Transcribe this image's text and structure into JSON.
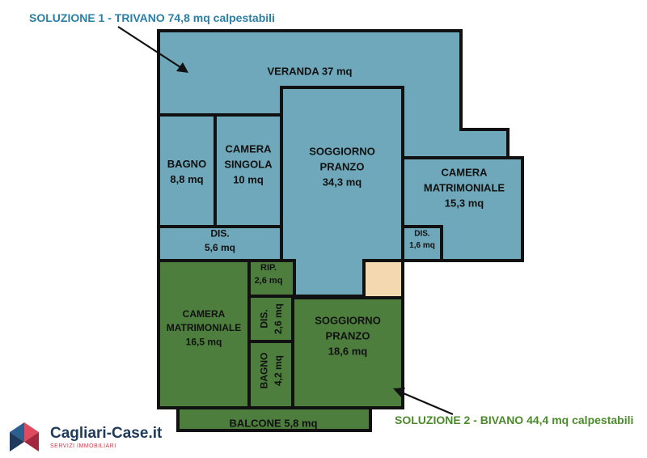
{
  "captions": {
    "solution1": "SOLUZIONE 1 - TRIVANO 74,8 mq calpestabili",
    "solution2": "SOLUZIONE 2 - BIVANO 44,4 mq calpestabili"
  },
  "colors": {
    "solution1_fill": "#6ea8ba",
    "solution2_fill": "#4d7e3d",
    "other_fill": "#f4d9b0",
    "caption1_text": "#2a7fa5",
    "caption2_text": "#4b8a2c",
    "wall": "#111111"
  },
  "rooms": {
    "veranda": [
      "VERANDA 37 mq"
    ],
    "bagno1": [
      "BAGNO",
      "8,8 mq"
    ],
    "camera_singola": [
      "CAMERA",
      "SINGOLA",
      "10 mq"
    ],
    "soggiorno1": [
      "SOGGIORNO",
      "PRANZO",
      "34,3 mq"
    ],
    "camera_matrimoniale1": [
      "CAMERA",
      "MATRIMONIALE",
      "15,3 mq"
    ],
    "dis1": [
      "DIS.",
      "5,6 mq"
    ],
    "dis2": [
      "DIS.",
      "1,6 mq"
    ],
    "rip": [
      "RIP.",
      "2,6 mq"
    ],
    "camera_matrimoniale2": [
      "CAMERA",
      "MATRIMONIALE",
      "16,5 mq"
    ],
    "dis3": [
      "DIS.",
      "2,6 mq"
    ],
    "bagno2": [
      "BAGNO",
      "4,2 mq"
    ],
    "soggiorno2": [
      "SOGGIORNO",
      "PRANZO",
      "18,6 mq"
    ],
    "balcone": [
      "BALCONE 5,8 mq"
    ]
  },
  "logo": {
    "name": "Cagliari-Case.it",
    "tagline": "SERVIZI IMMOBILIARI"
  }
}
